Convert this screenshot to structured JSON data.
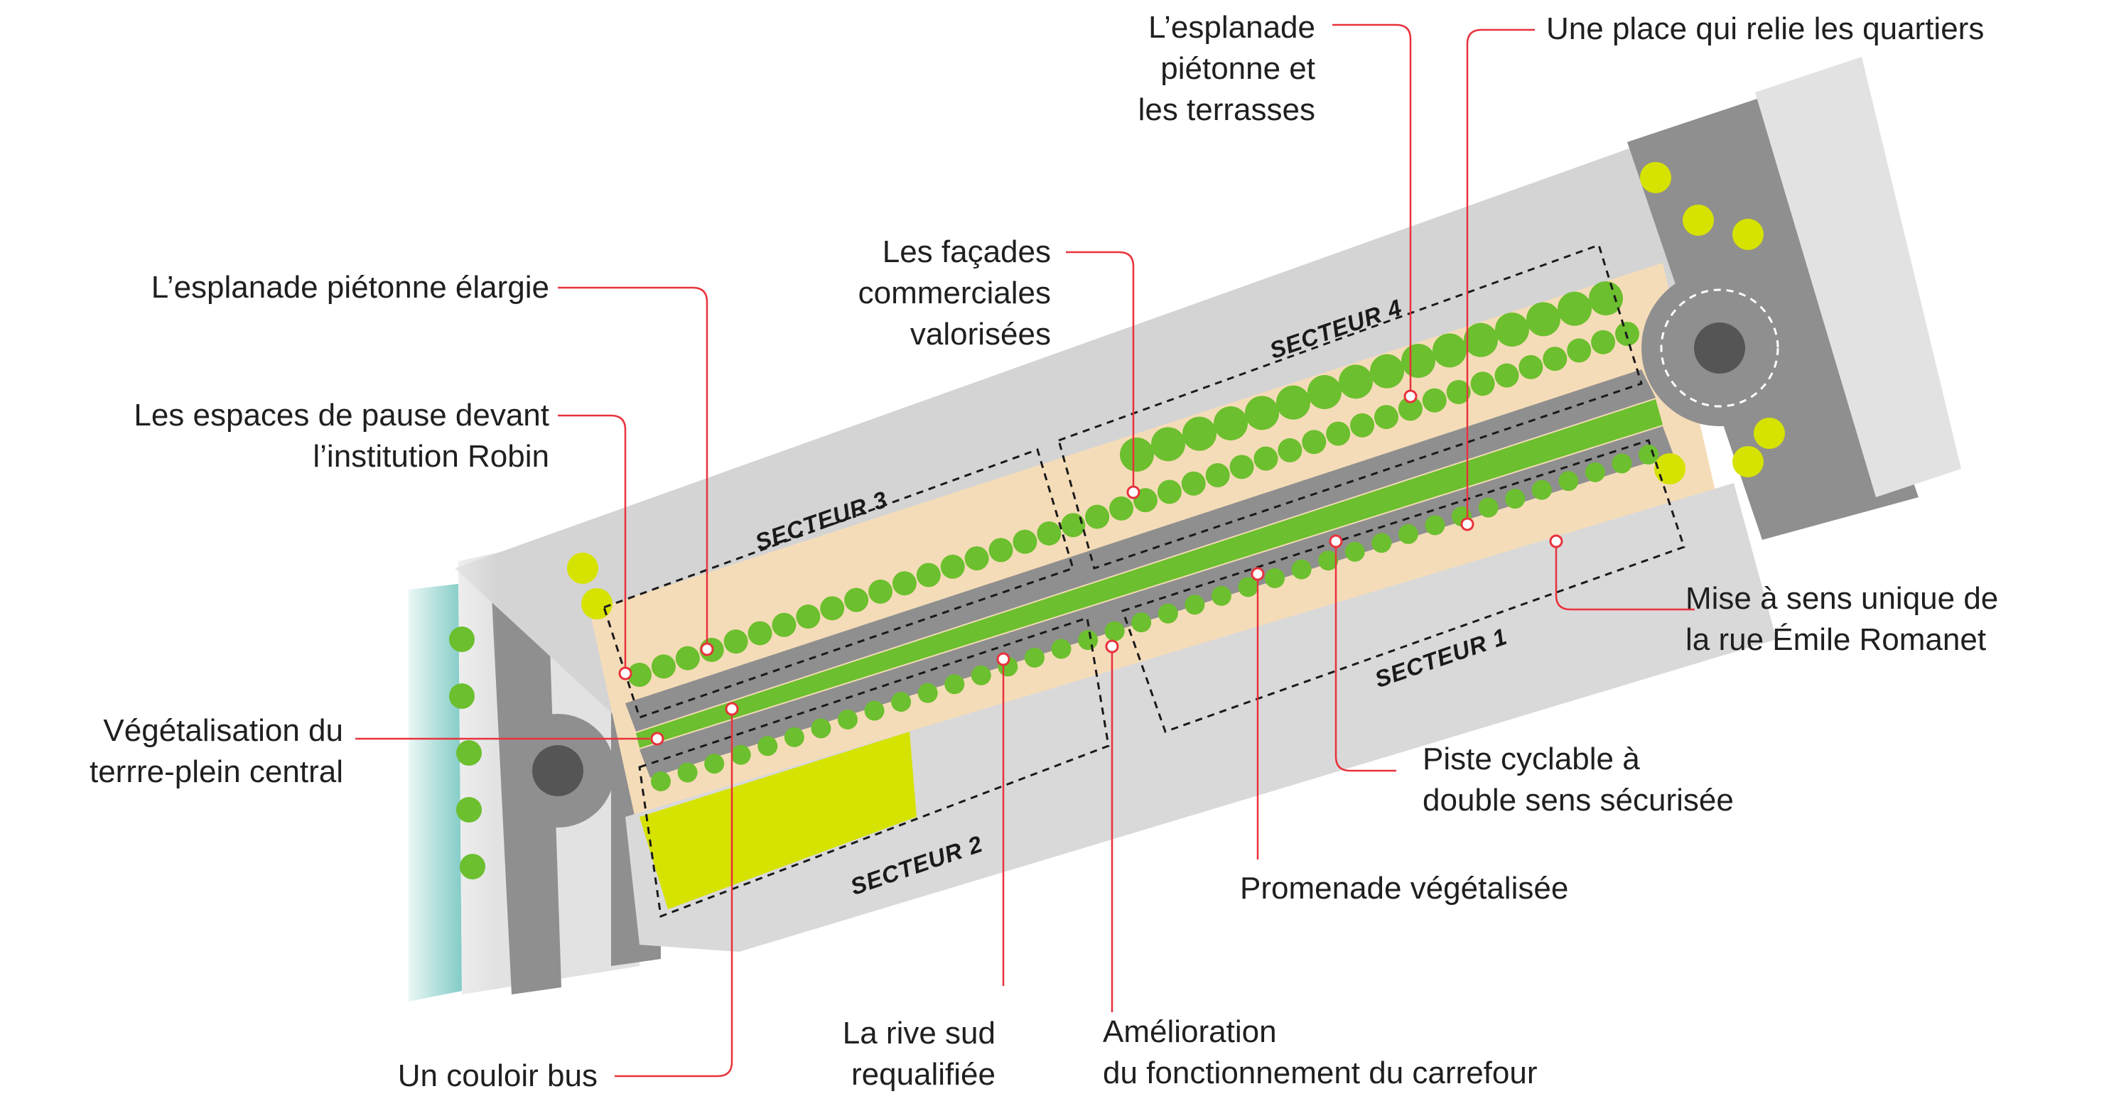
{
  "colors": {
    "leader": "#e8323c",
    "pedestrian": "#f5dcb8",
    "road": "#8f8f8f",
    "building": "#d9d9d9",
    "tree": "#6cbf2e",
    "tree_light": "#d6e200",
    "water": "#3fb0a8",
    "dashed_frame": "#1a1a1a"
  },
  "sectors": {
    "s1": "SECTEUR 1",
    "s2": "SECTEUR 2",
    "s3": "SECTEUR 3",
    "s4": "SECTEUR 4"
  },
  "labels": {
    "esplanade_elargie": [
      "L’esplanade piétonne élargie"
    ],
    "espaces_pause": [
      "Les espaces de pause devant",
      "l’institution Robin"
    ],
    "vegetalisation": [
      "Végétalisation du",
      "terrre-plein central"
    ],
    "couloir_bus": [
      "Un couloir bus"
    ],
    "rive_sud": [
      "La rive sud",
      "requalifiée"
    ],
    "amelioration": [
      "Amélioration",
      "du fonctionnement du carrefour"
    ],
    "promenade": [
      "Promenade végétalisée"
    ],
    "piste_cyclable": [
      "Piste cyclable à",
      "double sens sécurisée"
    ],
    "sens_unique": [
      "Mise à sens unique de",
      "la rue Émile Romanet"
    ],
    "facades": [
      "Les façades",
      "commerciales",
      "valorisées"
    ],
    "esplanade_terrasses": [
      "L’esplanade",
      "piétonne et",
      "les terrasses"
    ],
    "place": [
      "Une place qui relie les quartiers"
    ]
  }
}
